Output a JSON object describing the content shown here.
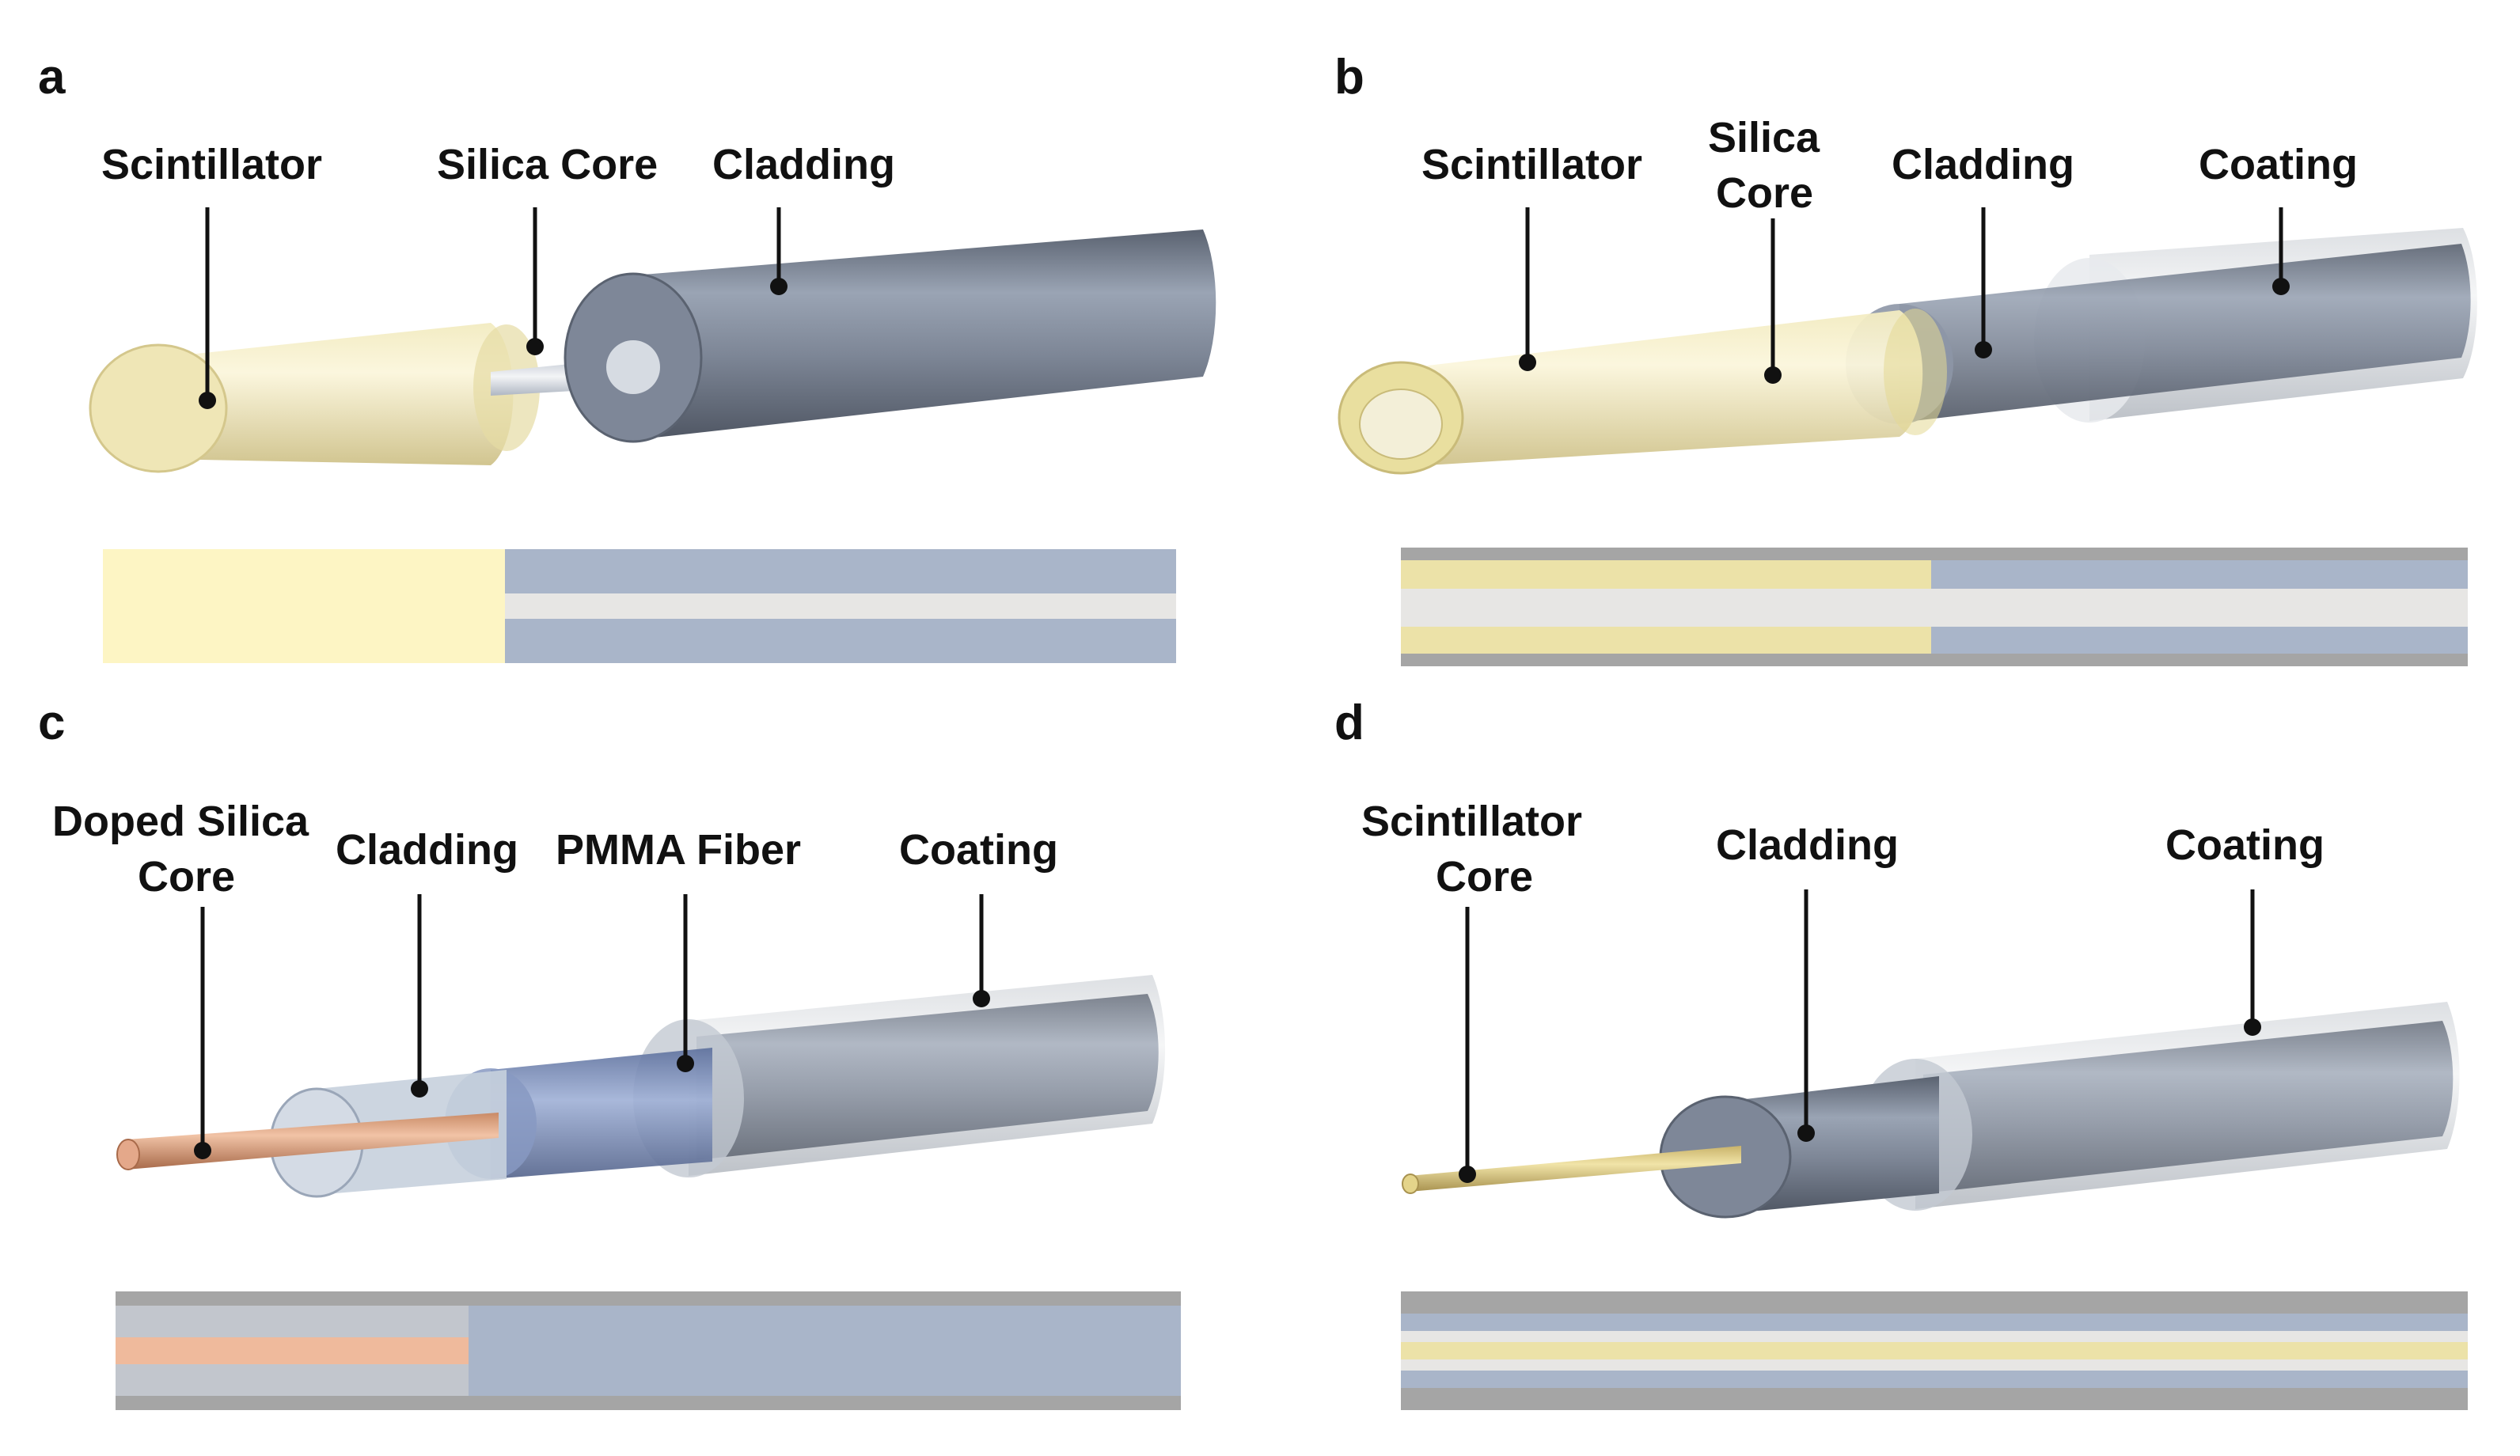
{
  "panels": [
    {
      "id": "a",
      "label": "a",
      "callouts": [
        "Scintillator",
        "Silica Core",
        "Cladding"
      ]
    },
    {
      "id": "b",
      "label": "b",
      "callouts": [
        "Scintillator",
        "Silica",
        "Core",
        "Cladding",
        "Coating"
      ]
    },
    {
      "id": "c",
      "label": "c",
      "callouts": [
        "Doped Silica",
        "Core",
        "Cladding",
        "PMMA Fiber",
        "Coating"
      ]
    },
    {
      "id": "d",
      "label": "d",
      "callouts": [
        "Scintillator",
        "Core",
        "Cladding",
        "Coating"
      ]
    }
  ],
  "colors": {
    "scintillator": "#ece2a8",
    "scintillator_strip": "#fdf5c4",
    "silica_core": "#e7e6e4",
    "cladding": "#a9b5c9",
    "cladding_3d": "#6f7889",
    "coating": "#a5a5a5",
    "coating_3d": "#c8ccd2",
    "doped_core": "#efba9c",
    "pmma": "#7f94c4",
    "ink": "#111111"
  }
}
